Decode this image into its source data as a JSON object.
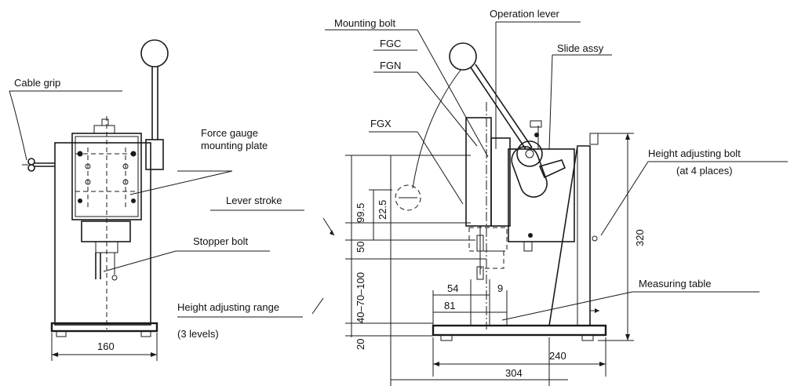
{
  "labels": {
    "cable_grip": "Cable grip",
    "force_gauge_line1": "Force gauge",
    "force_gauge_line2": "mounting plate",
    "lever_stroke": "Lever stroke",
    "stopper_bolt": "Stopper bolt",
    "height_range": "Height adjusting range",
    "three_levels": "(3 levels)",
    "mounting_bolt": "Mounting bolt",
    "operation_lever": "Operation lever",
    "fgc": "FGC",
    "fgn": "FGN",
    "fgx": "FGX",
    "slide_assy": "Slide assy",
    "height_adj_bolt": "Height adjusting bolt",
    "at_4_places": "(at 4 places)",
    "measuring_table": "Measuring table"
  },
  "dimensions": {
    "base_width_front": "160",
    "stroke_99_5": "99.5",
    "stroke_22_5": "22.5",
    "dim_50": "50",
    "dim_40_70_100": "40–70–100",
    "dim_20": "20",
    "dim_54": "54",
    "dim_9": "9",
    "dim_81": "81",
    "dim_240": "240",
    "dim_304": "304",
    "dim_320": "320"
  }
}
